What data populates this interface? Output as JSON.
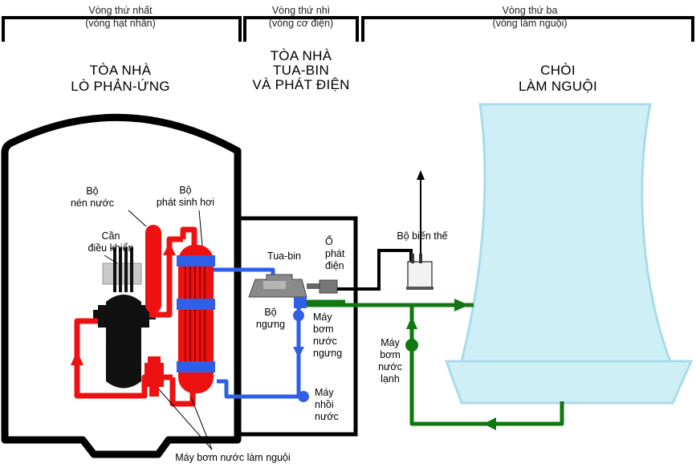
{
  "loops": {
    "primary": {
      "title": "Vòng thứ nhất",
      "subtitle": "(vòng hạt nhân)"
    },
    "secondary": {
      "title": "Vòng thứ nhì",
      "subtitle": "(vòng cơ điện)"
    },
    "tertiary": {
      "title": "Vòng thứ ba",
      "subtitle": "(vòng làm nguội)"
    }
  },
  "buildings": {
    "reactor": {
      "line1": "TÒA NHÀ",
      "line2": "LÒ PHẢN-ỨNG"
    },
    "turbine": {
      "line1": "TÒA NHÀ",
      "line2": "TUA-BIN",
      "line3": "VÀ PHÁT ĐIỆN"
    },
    "cooling_tower": {
      "line1": "CHÒI",
      "line2": "LÀM NGUỘI"
    }
  },
  "components": {
    "pressurizer": {
      "line1": "Bộ",
      "line2": "nén nước"
    },
    "steam_generator": {
      "line1": "Bộ",
      "line2": "phát sinh hơi"
    },
    "control_rods": {
      "line1": "Cần",
      "line2": "điều khiển"
    },
    "turbine": "Tua-bin",
    "generator": {
      "line1": "Ổ",
      "line2": "phát",
      "line3": "điện"
    },
    "transformer": "Bộ biến thế",
    "condenser": {
      "line1": "Bộ",
      "line2": "ngưng"
    },
    "condensate_pump": {
      "line1": "Máy",
      "line2": "bơm",
      "line3": "nước",
      "line4": "ngưng"
    },
    "feedwater_pump": {
      "line1": "Máy",
      "line2": "nhồi",
      "line3": "nước"
    },
    "cold_water_pump": {
      "line1": "Máy",
      "line2": "bơm",
      "line3": "nước",
      "line4": "lạnh"
    },
    "coolant_pump": "Máy bơm nước làm nguội"
  },
  "colors": {
    "primary_loop": "#ee1111",
    "secondary_loop": "#2f5fe6",
    "tertiary_loop": "#117711",
    "tower_fill": "#cfeff6",
    "tower_edge": "#a8dcea",
    "rod_dark": "#222222",
    "tube_dark": "#990000"
  }
}
